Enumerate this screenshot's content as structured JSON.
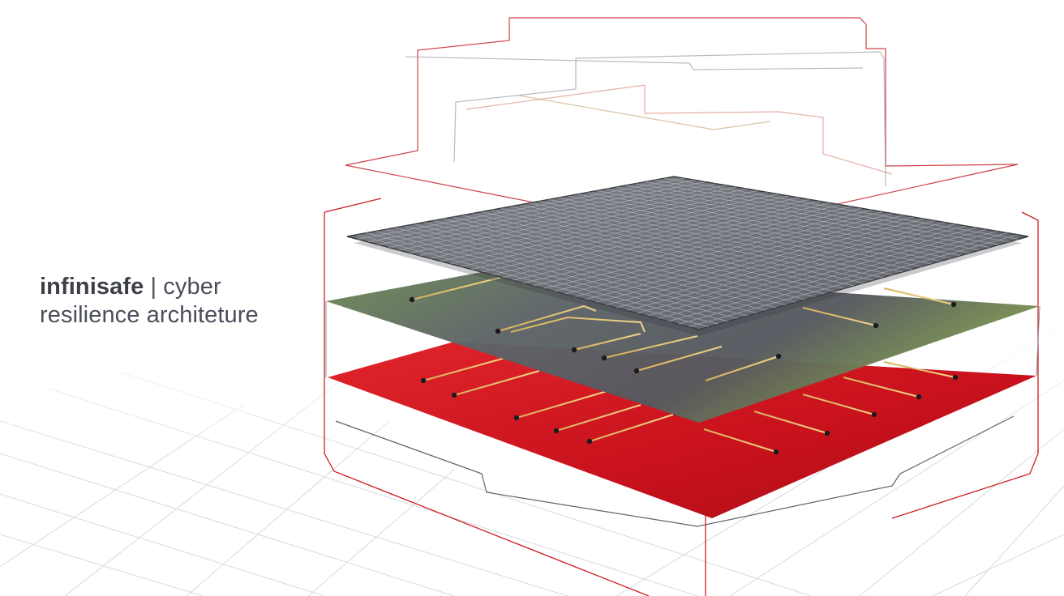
{
  "headline": {
    "brand": "infinisafe",
    "separator": "|",
    "line1_rest": "cyber",
    "line2": "resilience architeture"
  },
  "colors": {
    "accent_red": "#d0161f",
    "slate_layer": "#5c6169",
    "green_tint": "#7e9a56",
    "grid_line": "#dcdfe3",
    "text": "#4a4e5a"
  }
}
